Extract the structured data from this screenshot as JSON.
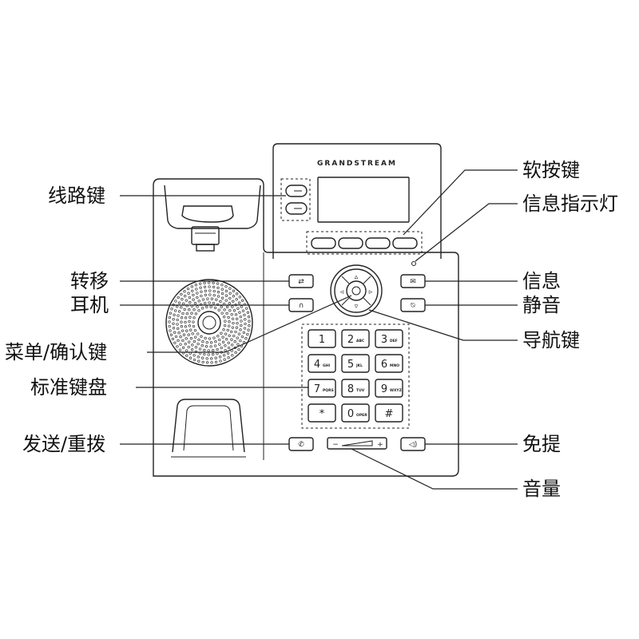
{
  "brand": "GRANDSTREAM",
  "labels": {
    "line_keys": "线路键",
    "transfer": "转移",
    "headset": "耳机",
    "menu_ok": "菜单/确认键",
    "keypad": "标准键盘",
    "send_redial": "发送/重拨",
    "soft_keys": "软按键",
    "msg_indicator": "信息指示灯",
    "messages": "信息",
    "mute": "静音",
    "nav_keys": "导航键",
    "speaker": "免提",
    "volume": "音量"
  },
  "keypad": [
    {
      "main": "1",
      "sub": ""
    },
    {
      "main": "2",
      "sub": "ABC"
    },
    {
      "main": "3",
      "sub": "DEF"
    },
    {
      "main": "4",
      "sub": "GHI"
    },
    {
      "main": "5",
      "sub": "JKL"
    },
    {
      "main": "6",
      "sub": "MNO"
    },
    {
      "main": "7",
      "sub": "PQRS"
    },
    {
      "main": "8",
      "sub": "TUV"
    },
    {
      "main": "9",
      "sub": "WXYZ"
    },
    {
      "main": "*",
      "sub": ""
    },
    {
      "main": "0",
      "sub": "OPER"
    },
    {
      "main": "#",
      "sub": ""
    }
  ],
  "volume": {
    "minus": "−",
    "plus": "+"
  }
}
